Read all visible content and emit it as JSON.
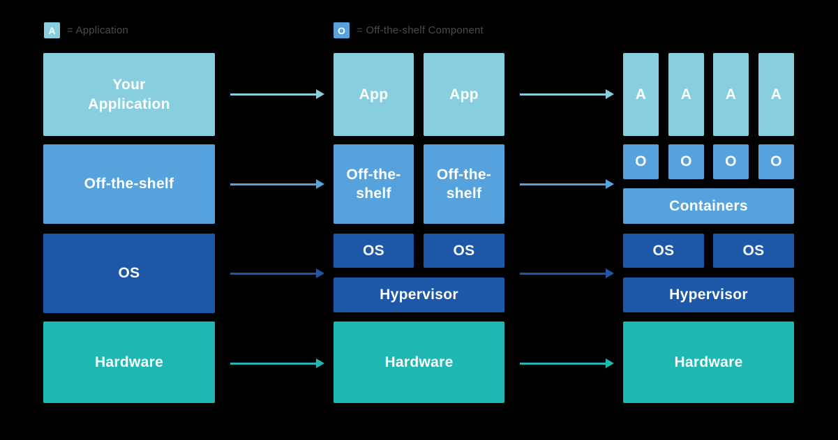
{
  "canvas": {
    "background": "#000000"
  },
  "palette": {
    "application": "#87CEDE",
    "off_the_shelf": "#55A2DC",
    "os": "#1D57A8",
    "hardware": "#1FB7B2",
    "box_text": "#FFFFFF",
    "legend_text": "#4A4A4D"
  },
  "legend": {
    "application": {
      "symbol": "A",
      "label": "= Application"
    },
    "off_the_shelf": {
      "symbol": "O",
      "label": "= Off-the-shelf Component"
    }
  },
  "traditional": {
    "application": "Your\nApplication",
    "off_the_shelf": "Off-the-shelf",
    "os": "OS",
    "hardware": "Hardware"
  },
  "virtualized": {
    "apps": [
      "App",
      "App"
    ],
    "off_the_shelf": [
      "Off-the-shelf",
      "Off-the-shelf"
    ],
    "os": [
      "OS",
      "OS"
    ],
    "hypervisor": "Hypervisor",
    "hardware": "Hardware"
  },
  "containerized": {
    "apps": [
      "A",
      "A",
      "A",
      "A"
    ],
    "components": [
      "O",
      "O",
      "O",
      "O"
    ],
    "containers": "Containers",
    "os": [
      "OS",
      "OS"
    ],
    "hypervisor": "Hypervisor",
    "hardware": "Hardware"
  },
  "arrows": [
    {
      "name": "application: traditional to virtualized",
      "color": "#87CEDE"
    },
    {
      "name": "application: virtualized to containerized",
      "color": "#87CEDE"
    },
    {
      "name": "off-the-shelf: traditional to virtualized",
      "color": "#55A2DC"
    },
    {
      "name": "off-the-shelf: virtualized to containerized",
      "color": "#55A2DC"
    },
    {
      "name": "os: traditional to virtualized",
      "color": "#1D57A8"
    },
    {
      "name": "os: virtualized to containerized",
      "color": "#1D57A8"
    },
    {
      "name": "hardware: traditional to virtualized",
      "color": "#1FB7B2"
    },
    {
      "name": "hardware: virtualized to containerized",
      "color": "#1FB7B2"
    }
  ]
}
